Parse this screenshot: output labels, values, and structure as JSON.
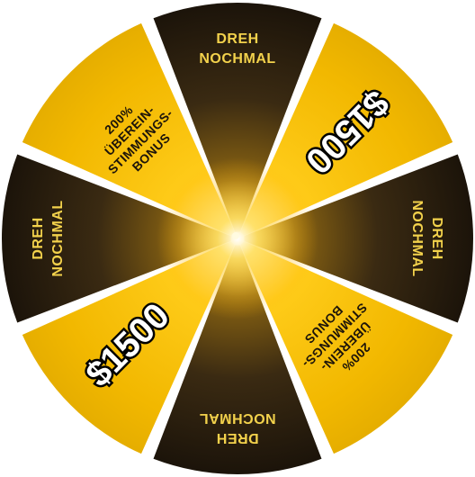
{
  "wheel": {
    "colors": {
      "gold": "#f5c400",
      "gold_light": "#ffe45a",
      "dark": "#1c140a",
      "dark_mid": "#3a2a12",
      "center_glow": "#ffd23a",
      "prize_text_fill": "#ffffff",
      "prize_text_stroke": "#000000",
      "light_text": "#f3d24c",
      "dark_text": "#1c140a"
    },
    "segments": [
      {
        "id": "top",
        "kind": "dark",
        "lines": [
          "DREH",
          "NOCHMAL"
        ]
      },
      {
        "id": "top-right",
        "kind": "gold",
        "lines": [
          "$1500"
        ]
      },
      {
        "id": "right",
        "kind": "dark",
        "lines": [
          "DREH",
          "NOCHMAL"
        ]
      },
      {
        "id": "bottom-right",
        "kind": "gold",
        "lines": [
          "200%",
          "ÜBEREIN-",
          "STIMMUNGS-",
          "BONUS"
        ]
      },
      {
        "id": "bottom",
        "kind": "dark",
        "lines": [
          "DREH",
          "NOCHMAL"
        ]
      },
      {
        "id": "bottom-left",
        "kind": "gold",
        "lines": [
          "$1500"
        ]
      },
      {
        "id": "left",
        "kind": "dark",
        "lines": [
          "DREH",
          "NOCHMAL"
        ]
      },
      {
        "id": "top-left",
        "kind": "gold",
        "lines": [
          "200%",
          "ÜBEREIN-",
          "STIMMUNGS-",
          "BONUS"
        ]
      }
    ]
  }
}
